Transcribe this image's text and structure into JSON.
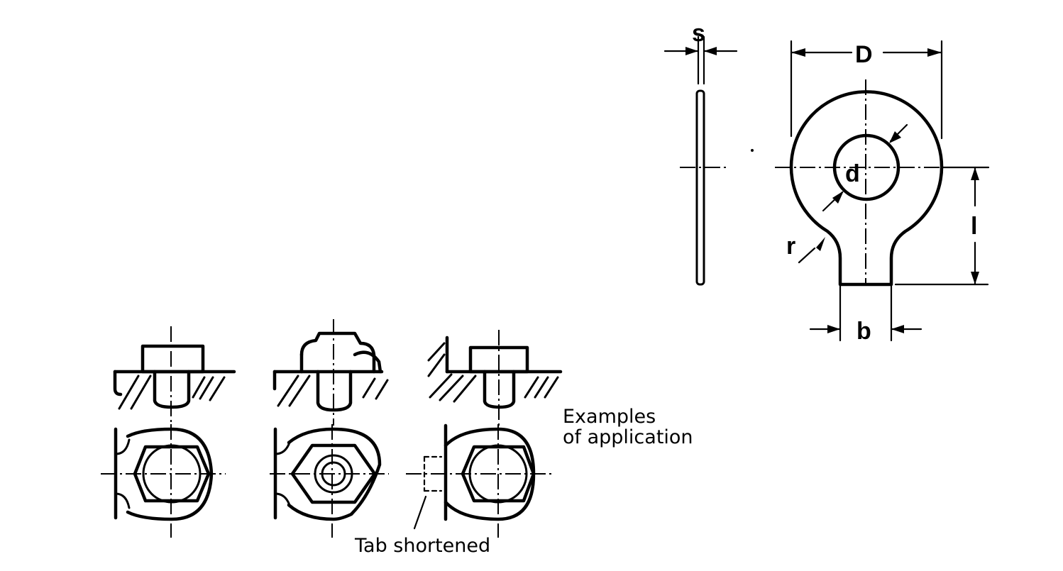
{
  "dimensions": {
    "thickness": "s",
    "outer_diameter": "D",
    "hole_diameter": "d",
    "tab_length": "l",
    "tab_width": "b",
    "radius": "r"
  },
  "captions": {
    "examples_line1": "Examples",
    "examples_line2": "of application",
    "tab_shortened": "Tab shortened"
  }
}
